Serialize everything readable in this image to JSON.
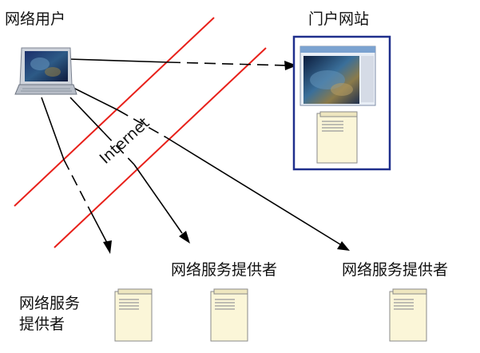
{
  "labels": {
    "network_user": "网络用户",
    "portal_site": "门户网站",
    "internet": "Internet",
    "provider_middle": "网络服务提供者",
    "provider_right": "网络服务提供者",
    "provider_left_line1": "网络服务",
    "provider_left_line2": "提供者"
  },
  "colors": {
    "boundary_line": "#e8201a",
    "portal_frame": "#1f2f8c",
    "arrow": "#000000",
    "server_fill": "#fbf6d8",
    "server_stroke": "#8a8a8a"
  },
  "icons": {
    "user": "laptop-icon",
    "portal": "web-page-thumbnail",
    "server": "server-tower-icon"
  }
}
